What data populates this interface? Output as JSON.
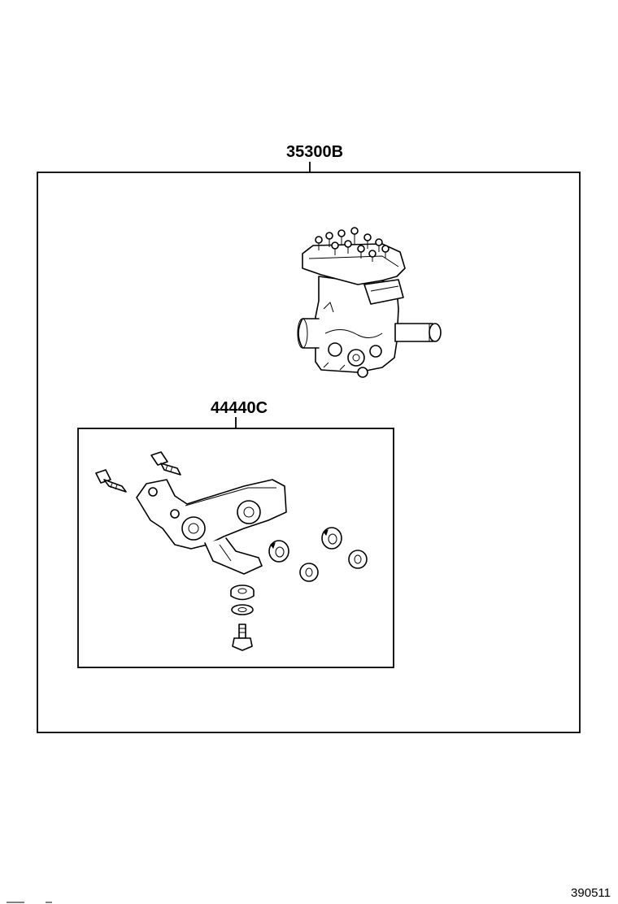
{
  "labels": {
    "assembly_part": "35300B",
    "subassembly_part": "44440C"
  },
  "drawing_code": "390511"
}
